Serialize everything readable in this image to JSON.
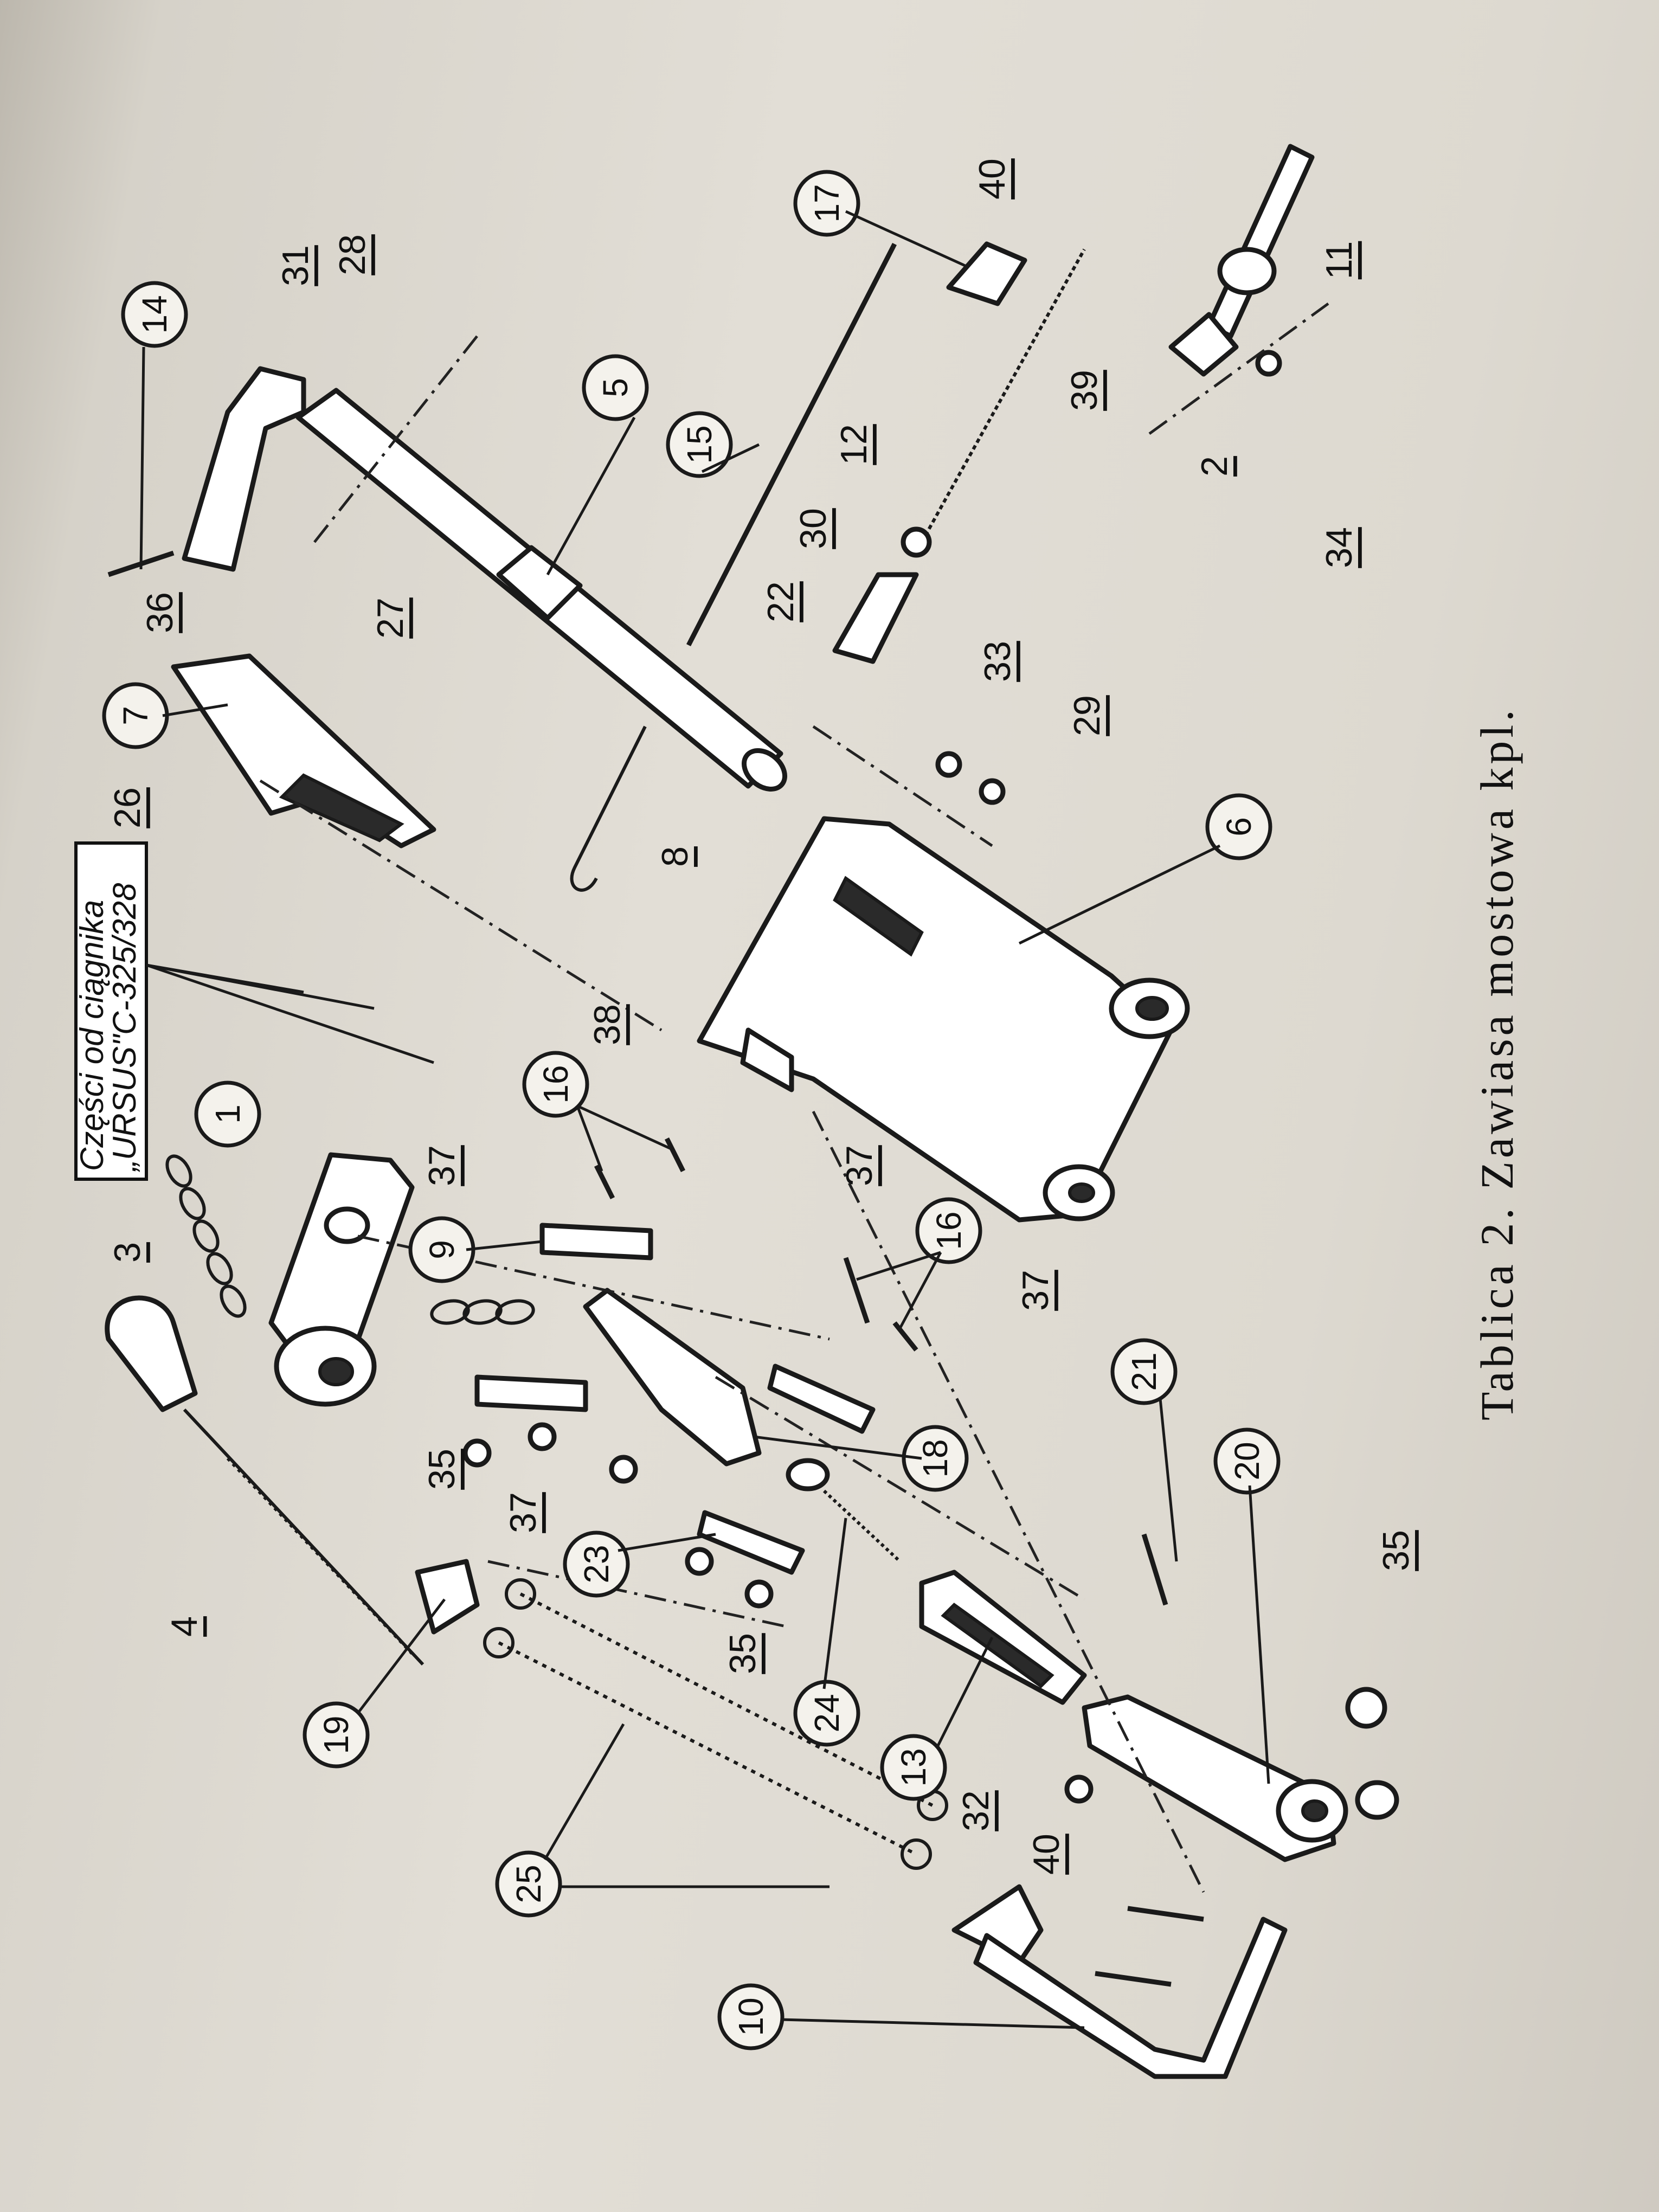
{
  "caption": "Tablica 2. Zawiasa mostowa kpl.",
  "note": {
    "line1": "Części od ciągnika",
    "line2": "„URSUS\"C-325/328"
  },
  "circled_labels": [
    "1",
    "5",
    "6",
    "7",
    "9",
    "10",
    "13",
    "14",
    "15",
    "16",
    "16",
    "17",
    "18",
    "19",
    "20",
    "21",
    "23",
    "24",
    "25"
  ],
  "underlined_labels": [
    "2",
    "3",
    "4",
    "8",
    "11",
    "12",
    "22",
    "26",
    "27",
    "28",
    "29",
    "30",
    "31",
    "32",
    "33",
    "34",
    "35",
    "35",
    "35",
    "36",
    "37",
    "37",
    "37",
    "37",
    "38",
    "39",
    "40",
    "40"
  ]
}
